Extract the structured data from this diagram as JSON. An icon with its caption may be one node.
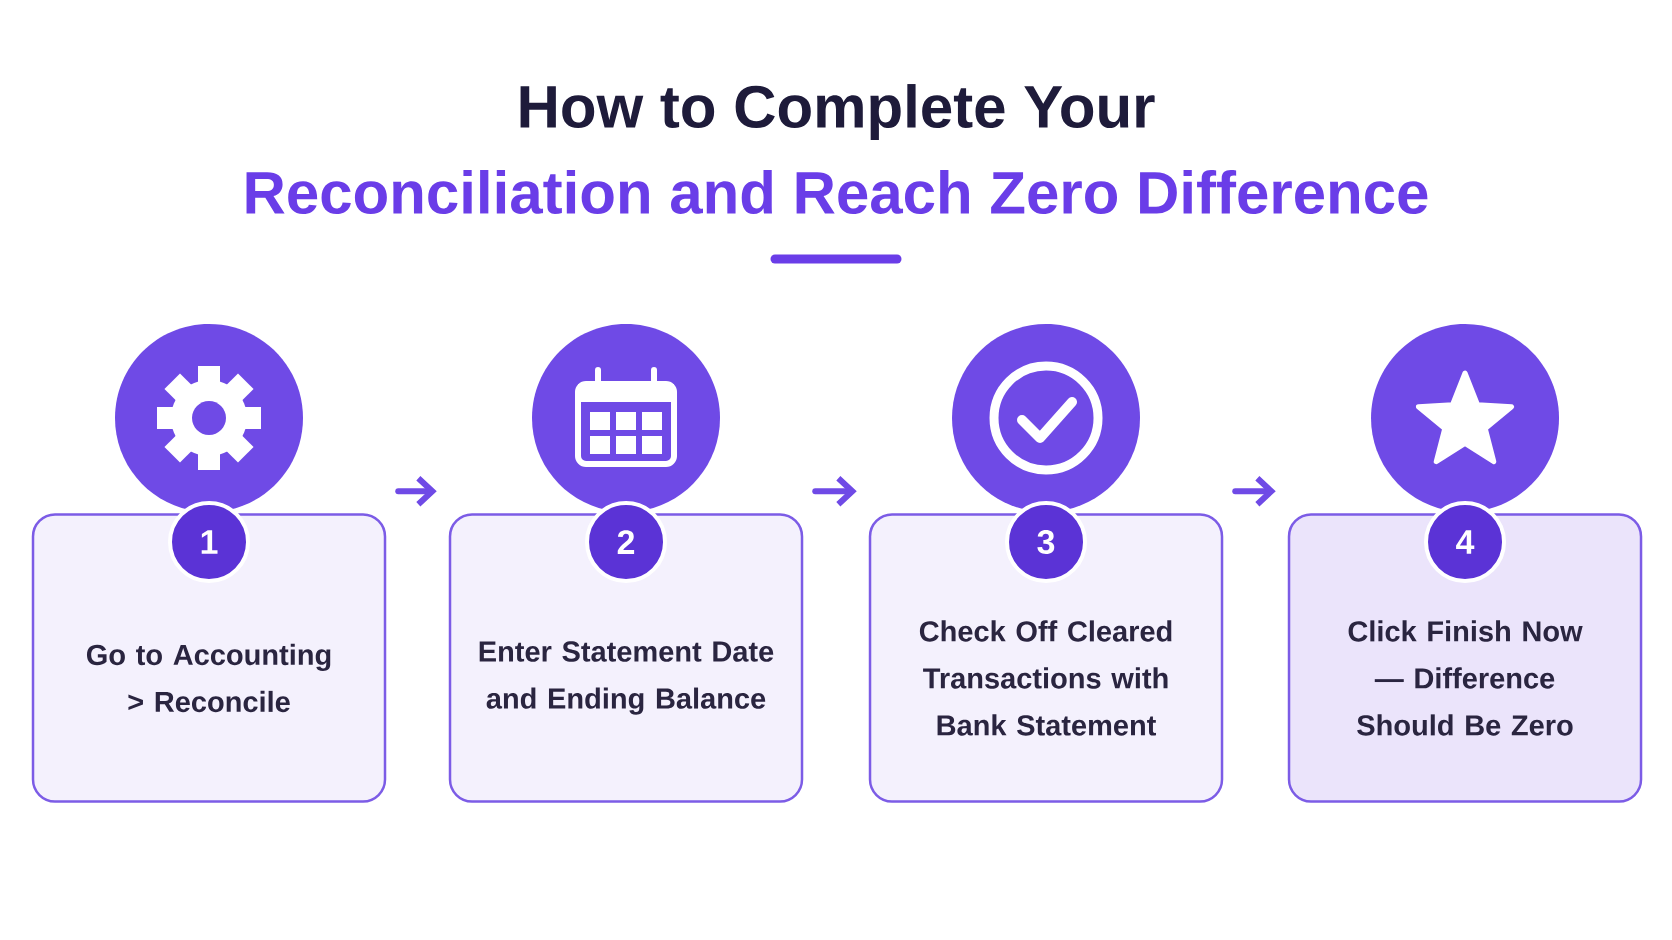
{
  "diagram": {
    "title": "How to Complete Your",
    "labels": [
      "Reconciliation and Reach Zero Difference"
    ],
    "nodes": [
      {
        "text": [
          "1",
          "Go to Accounting > Reconcile"
        ]
      },
      {
        "text": [
          "2",
          "Enter Statement Date and Ending Balance"
        ]
      },
      {
        "text": [
          "3",
          "Check Off Cleared Transactions with Bank Statement"
        ]
      },
      {
        "text": [
          "4",
          "Click Finish Now — Difference Should Be Zero"
        ]
      }
    ],
    "edges": [
      {
        "from": 0,
        "to": 1,
        "arrow": "to"
      },
      {
        "from": 1,
        "to": 2,
        "arrow": "to"
      },
      {
        "from": 2,
        "to": 3,
        "arrow": "to"
      }
    ]
  }
}
